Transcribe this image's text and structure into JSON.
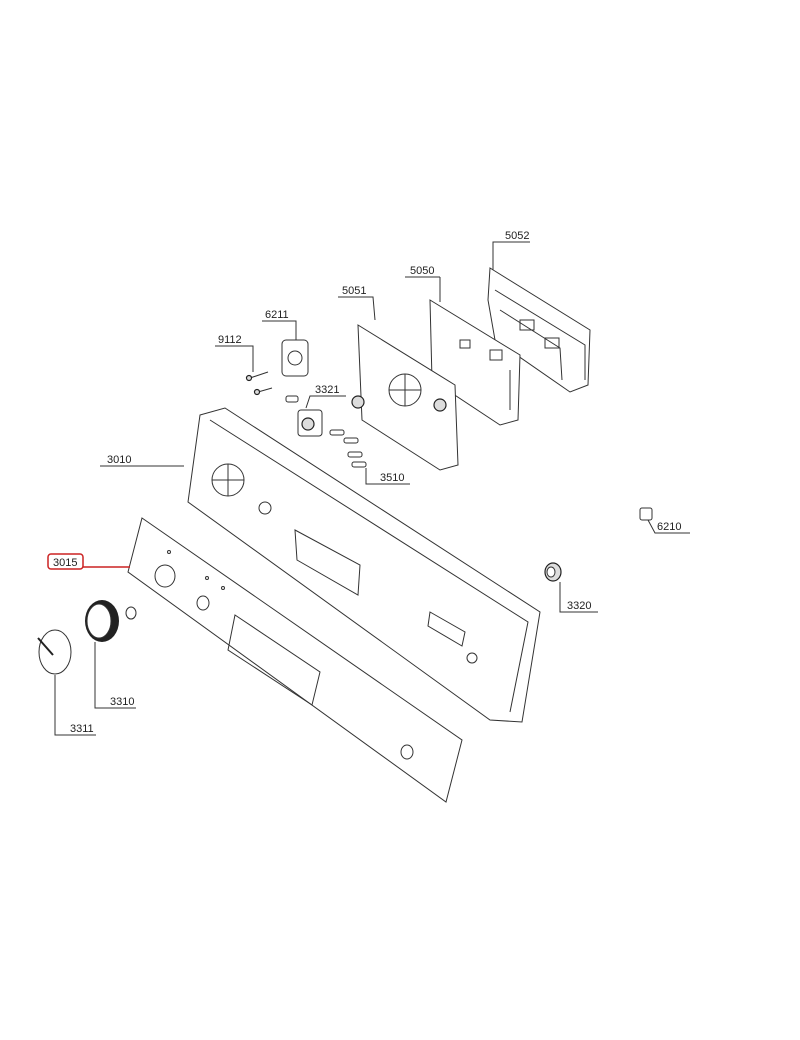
{
  "diagram": {
    "highlight_color": "#cc2222",
    "labels": {
      "p5052": "5052",
      "p5050": "5050",
      "p5051": "5051",
      "p6211": "6211",
      "p9112": "9112",
      "p3321": "3321",
      "p3010": "3010",
      "p3510": "3510",
      "p6210": "6210",
      "p3015": "3015",
      "p3320": "3320",
      "p3310": "3310",
      "p3311": "3311"
    },
    "highlighted_part": "3015"
  }
}
